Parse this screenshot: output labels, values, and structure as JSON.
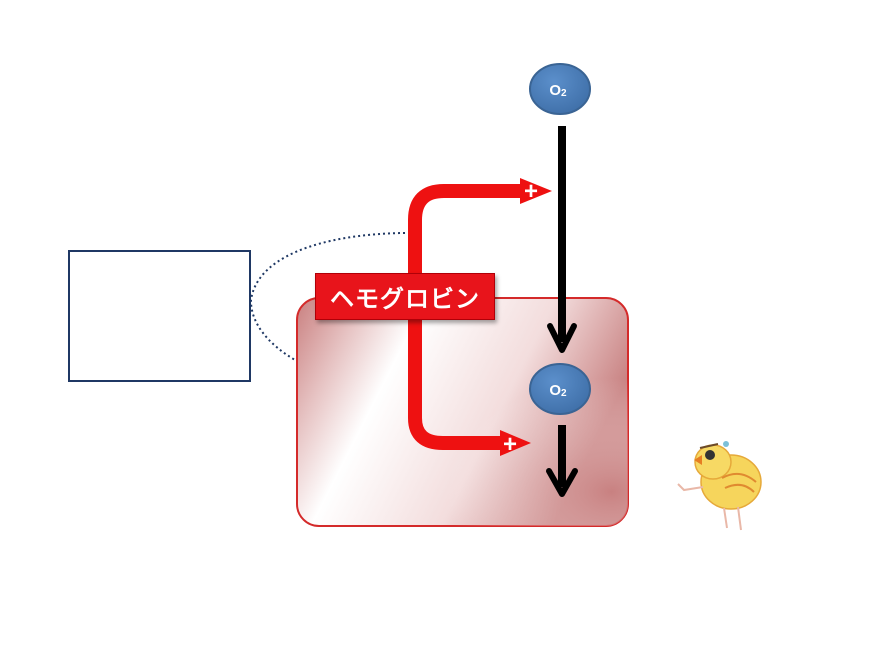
{
  "hemoglobin_label": "ヘモグロビン",
  "oxygen_top": {
    "symbol": "O",
    "subscript": "2"
  },
  "oxygen_inner": {
    "symbol": "O",
    "subscript": "2"
  },
  "plus_signs": [
    "+",
    "+"
  ],
  "colors": {
    "arrow_red": "#ee1111",
    "oxygen_fill": "#4f81bd",
    "oxygen_stroke": "#3a6494",
    "cell_border": "#d42a2a",
    "box_border": "#1f3864",
    "dotted_line": "#1f3864"
  }
}
